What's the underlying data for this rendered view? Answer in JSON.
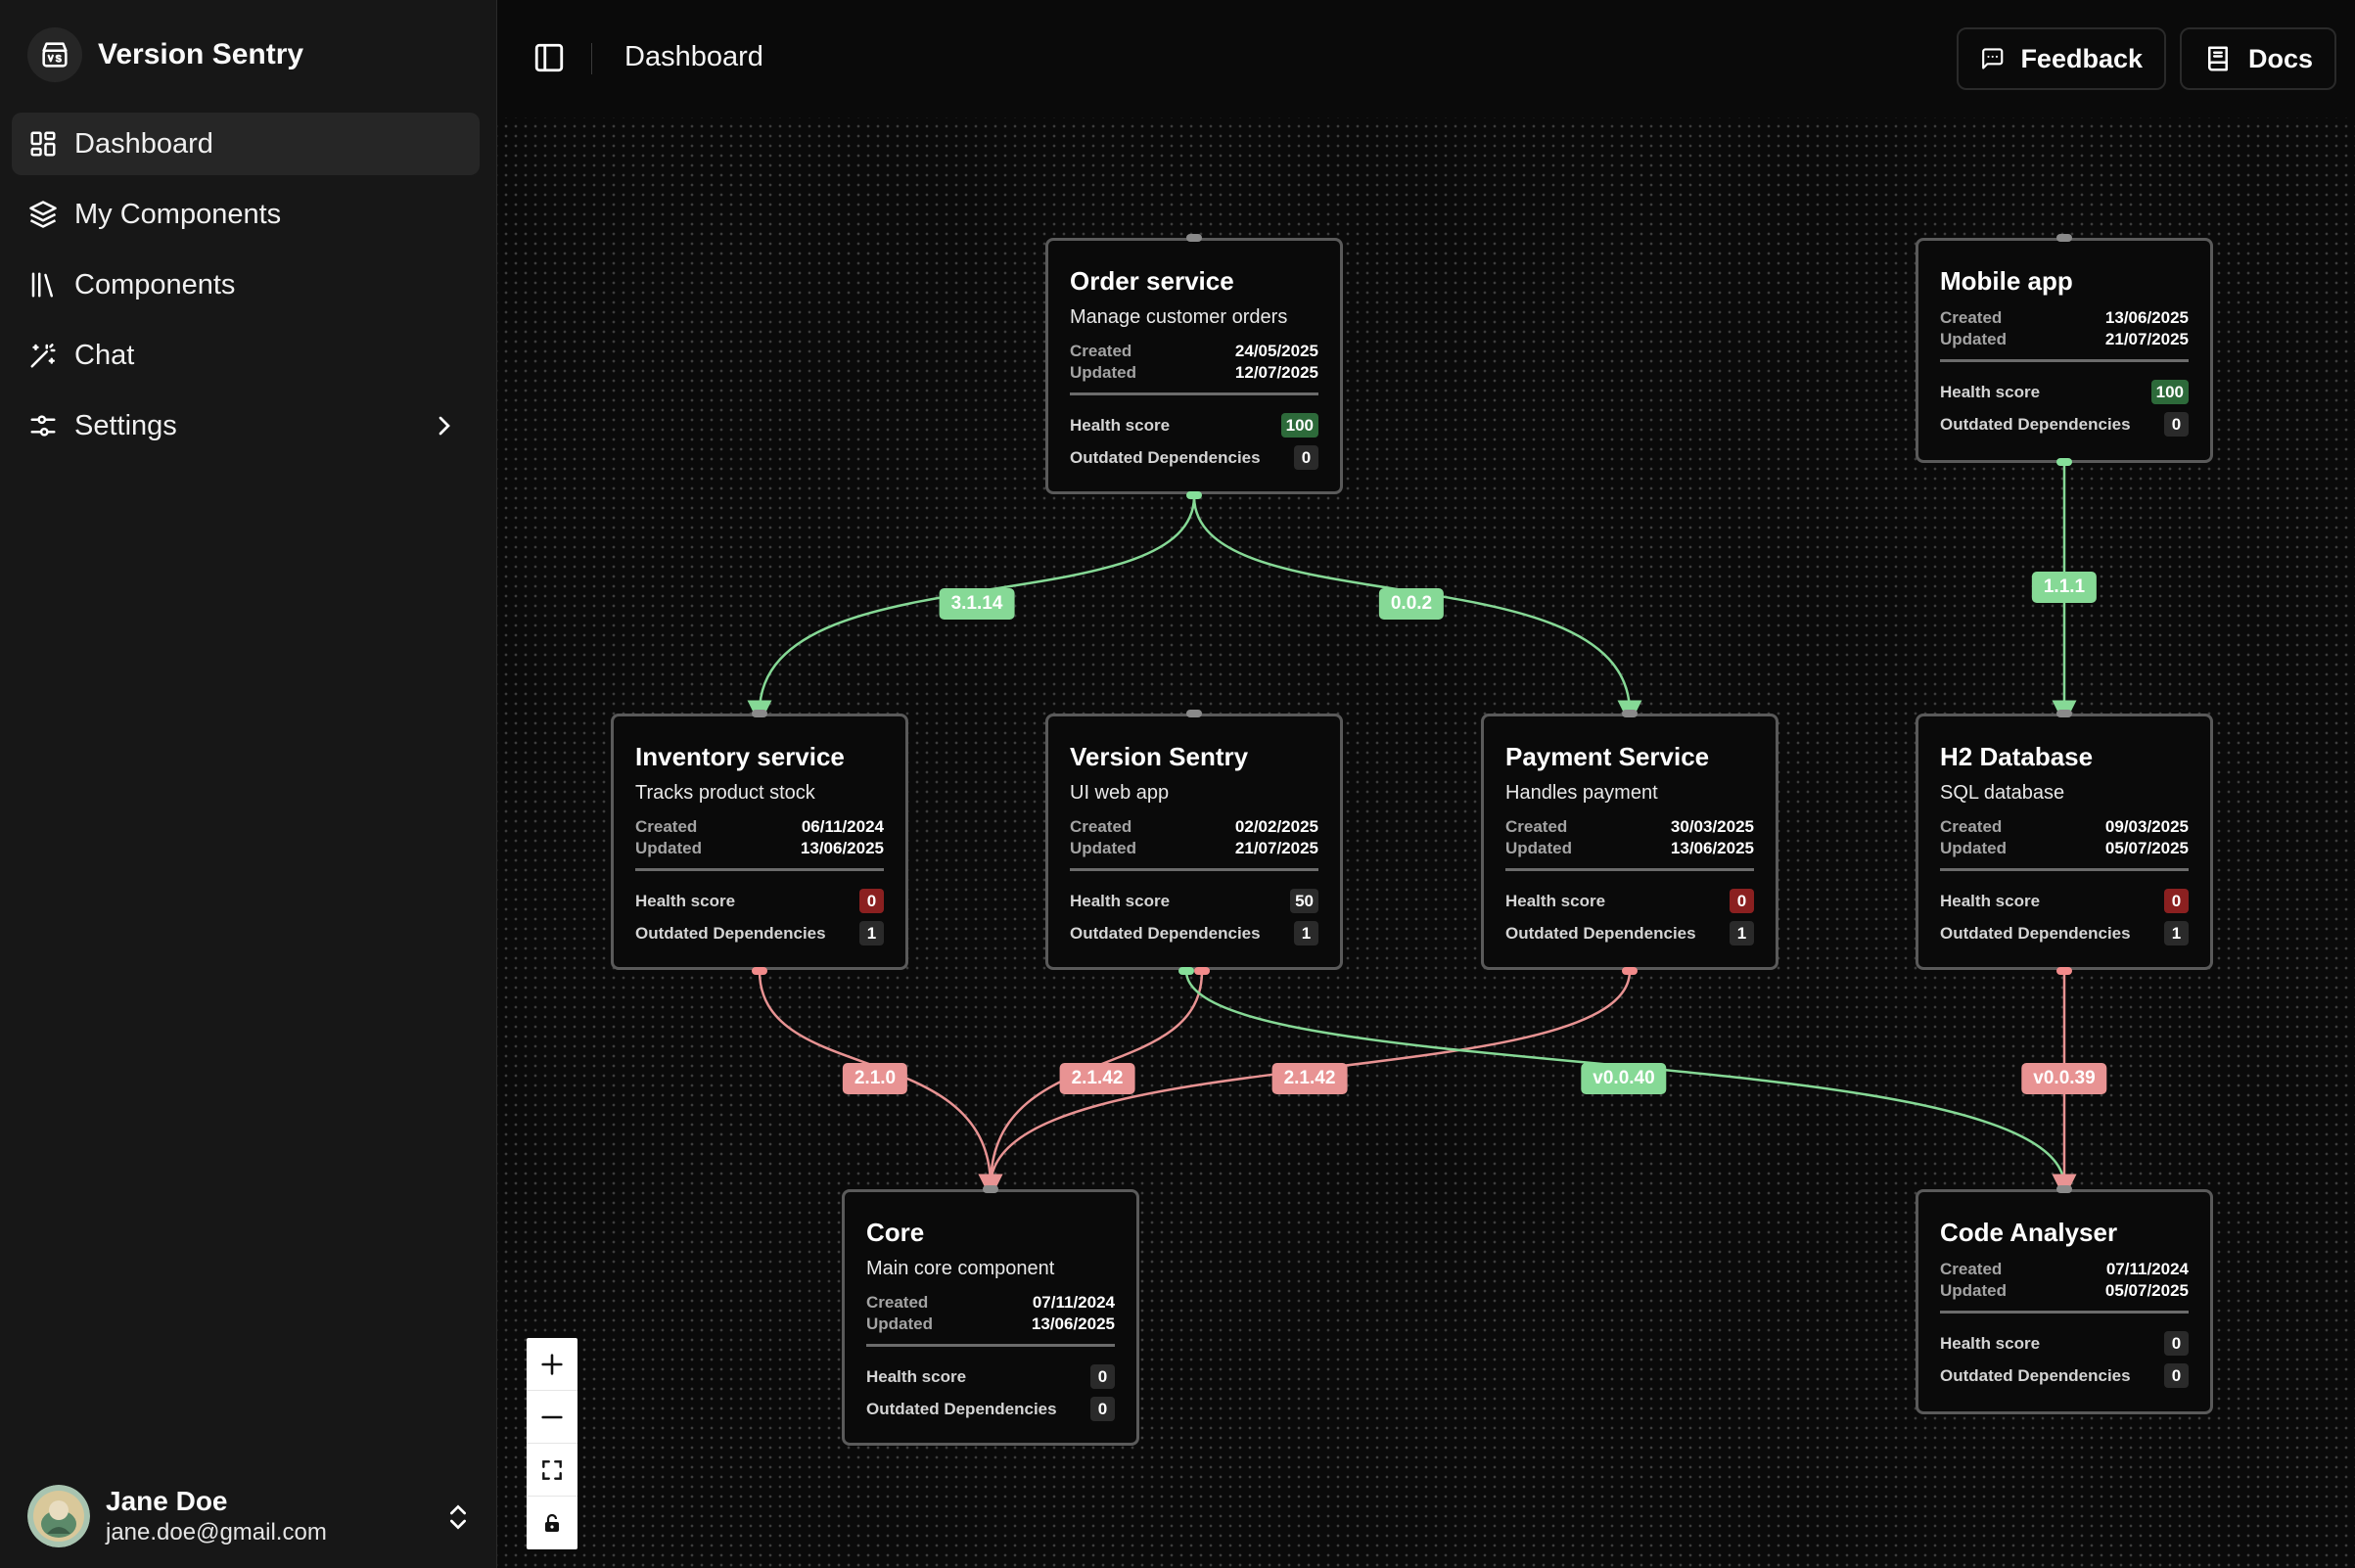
{
  "app": {
    "name": "Version Sentry",
    "logo_icon": "vs-logo-icon"
  },
  "sidebar": {
    "items": [
      {
        "label": "Dashboard",
        "icon": "dashboard-icon",
        "active": true
      },
      {
        "label": "My Components",
        "icon": "layers-icon"
      },
      {
        "label": "Components",
        "icon": "library-icon"
      },
      {
        "label": "Chat",
        "icon": "magic-wand-icon"
      },
      {
        "label": "Settings",
        "icon": "settings-sliders-icon",
        "has_submenu": true
      }
    ]
  },
  "user": {
    "name": "Jane Doe",
    "email": "jane.doe@gmail.com"
  },
  "header": {
    "title": "Dashboard",
    "feedback_label": "Feedback",
    "docs_label": "Docs"
  },
  "labels": {
    "created": "Created",
    "updated": "Updated",
    "health": "Health score",
    "outdated": "Outdated Dependencies"
  },
  "colors": {
    "ok_edge": "#86d996",
    "bad_edge": "#e89393",
    "health_good": "#2d6a3a",
    "health_bad": "#8b2020"
  },
  "nodes": {
    "order": {
      "title": "Order service",
      "desc": "Manage customer orders",
      "created": "24/05/2025",
      "updated": "12/07/2025",
      "health": "100",
      "outdated": "0"
    },
    "mobile": {
      "title": "Mobile app",
      "created": "13/06/2025",
      "updated": "21/07/2025",
      "health": "100",
      "outdated": "0"
    },
    "inventory": {
      "title": "Inventory service",
      "desc": "Tracks product stock",
      "created": "06/11/2024",
      "updated": "13/06/2025",
      "health": "0",
      "outdated": "1"
    },
    "sentry": {
      "title": "Version Sentry",
      "desc": "UI web app",
      "created": "02/02/2025",
      "updated": "21/07/2025",
      "health": "50",
      "outdated": "1"
    },
    "payment": {
      "title": "Payment Service",
      "desc": "Handles payment",
      "created": "30/03/2025",
      "updated": "13/06/2025",
      "health": "0",
      "outdated": "1"
    },
    "h2": {
      "title": "H2 Database",
      "desc": "SQL database",
      "created": "09/03/2025",
      "updated": "05/07/2025",
      "health": "0",
      "outdated": "1"
    },
    "core": {
      "title": "Core",
      "desc": "Main core component",
      "created": "07/11/2024",
      "updated": "13/06/2025",
      "health": "0",
      "outdated": "0"
    },
    "analyser": {
      "title": "Code Analyser",
      "created": "07/11/2024",
      "updated": "05/07/2025",
      "health": "0",
      "outdated": "0"
    }
  },
  "edges": [
    {
      "from": "Order service",
      "to": "Inventory service",
      "version": "3.1.14",
      "status": "ok"
    },
    {
      "from": "Order service",
      "to": "Payment Service",
      "version": "0.0.2",
      "status": "ok"
    },
    {
      "from": "Mobile app",
      "to": "H2 Database",
      "version": "1.1.1",
      "status": "ok"
    },
    {
      "from": "Inventory service",
      "to": "Core",
      "version": "2.1.0",
      "status": "outdated"
    },
    {
      "from": "Version Sentry",
      "to": "Core",
      "version": "2.1.42",
      "status": "outdated"
    },
    {
      "from": "Payment Service",
      "to": "Core",
      "version": "2.1.42",
      "status": "outdated"
    },
    {
      "from": "Version Sentry",
      "to": "Code Analyser",
      "version": "v0.0.40",
      "status": "ok"
    },
    {
      "from": "H2 Database",
      "to": "Code Analyser",
      "version": "v0.0.39",
      "status": "outdated"
    }
  ]
}
